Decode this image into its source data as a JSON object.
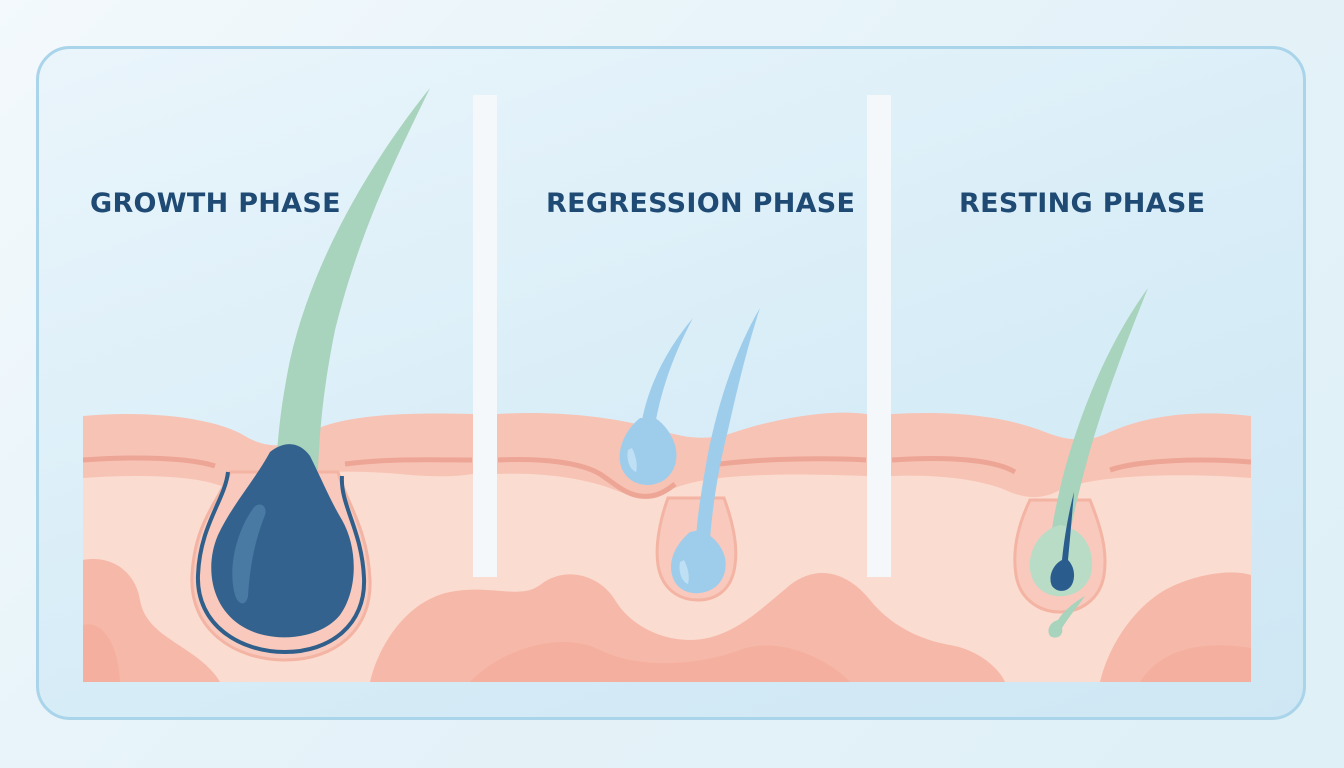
{
  "phases": [
    {
      "id": "growth",
      "label": "GROWTH PHASE"
    },
    {
      "id": "regression",
      "label": "REGRESSION PHASE"
    },
    {
      "id": "resting",
      "label": "RESTING PHASE"
    }
  ],
  "colors": {
    "page_background": "#e6f3f9",
    "frame_border": "#a9d4ea",
    "frame_fill": "#d6ecf7",
    "divider": "#f4f8fb",
    "skin_surface": "#f7c3b5",
    "skin_dermis": "#fbdcd0",
    "skin_tissue": "#f6b8a8",
    "skin_line": "#eda596",
    "growth_bulb": "#33628e",
    "growth_hair": "#a8d3bc",
    "regression_hair": "#9ecdec",
    "resting_hair": "#a8d3bc",
    "resting_club": "#2a5d8d",
    "label_text": "#1f4a74"
  }
}
